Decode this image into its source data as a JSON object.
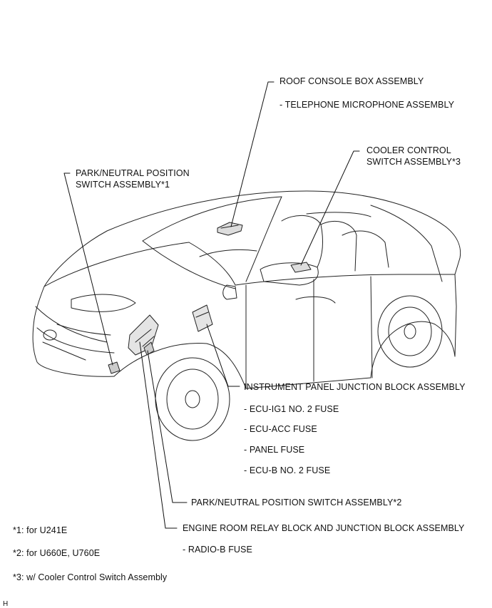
{
  "callouts": {
    "roof_console": {
      "title": "ROOF CONSOLE BOX ASSEMBLY",
      "items": [
        "- TELEPHONE MICROPHONE ASSEMBLY"
      ]
    },
    "cooler_control": {
      "title_line1": "COOLER CONTROL",
      "title_line2": "SWITCH ASSEMBLY*3"
    },
    "park_neutral_1": {
      "title_line1": "PARK/NEUTRAL POSITION",
      "title_line2": "SWITCH ASSEMBLY*1"
    },
    "instrument_panel_jb": {
      "title": "INSTRUMENT PANEL JUNCTION BLOCK ASSEMBLY",
      "items": [
        "- ECU-IG1 NO. 2 FUSE",
        "- ECU-ACC FUSE",
        "- PANEL FUSE",
        "- ECU-B NO. 2 FUSE"
      ]
    },
    "park_neutral_2": {
      "title": "PARK/NEUTRAL POSITION SWITCH ASSEMBLY*2"
    },
    "engine_room_rb": {
      "title": "ENGINE ROOM RELAY BLOCK AND JUNCTION BLOCK ASSEMBLY",
      "items": [
        "- RADIO-B FUSE"
      ]
    }
  },
  "footnotes": [
    "*1: for U241E",
    "*2: for U660E, U760E",
    "*3: w/ Cooler Control Switch Assembly"
  ],
  "corner_mark": "H"
}
